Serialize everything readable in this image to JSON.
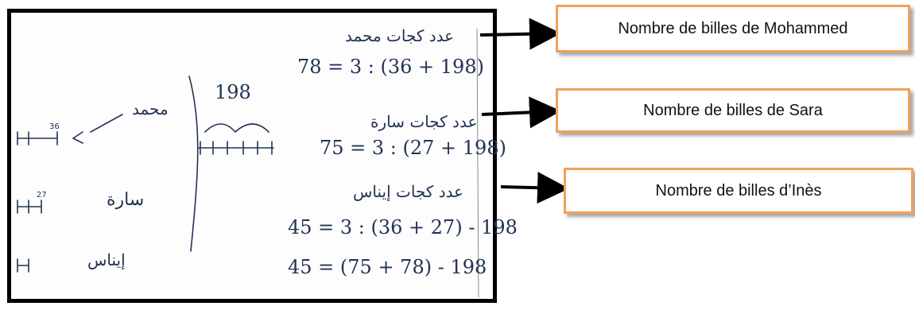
{
  "callouts": [
    {
      "label": "Nombre de billes de Mohammed"
    },
    {
      "label": "Nombre de billes de Sara"
    },
    {
      "label": "Nombre de billes d’Inès"
    }
  ],
  "handwriting": {
    "names": {
      "mohammed": "محمد",
      "sara": "سارة",
      "ines": "إيناس"
    },
    "diagram_total": "198",
    "segment_labels": {
      "mohammed": "36",
      "sara": "27"
    },
    "headings": {
      "mohammed": "عدد كجات محمد",
      "sara": "عدد كجات سارة",
      "ines": "عدد كجات إيناس"
    },
    "equations": {
      "mohammed": "78 = 3 : (36 + 198)",
      "sara": "75 = 3 : (27 + 198)",
      "ines_1": "45 = 3 : (36 + 27) - 198",
      "ines_2": "45 = (75 + 78) - 198"
    }
  }
}
